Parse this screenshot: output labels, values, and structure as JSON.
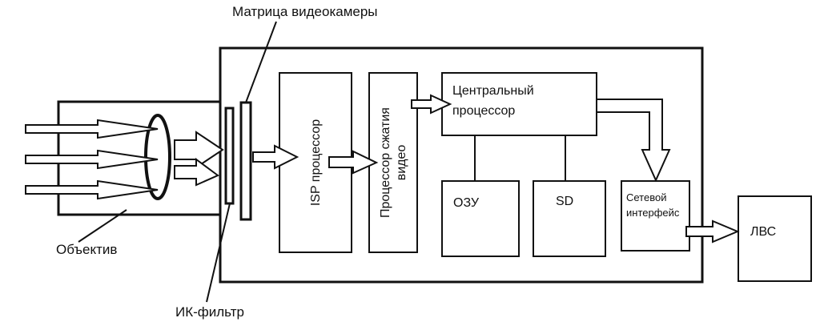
{
  "labels": {
    "matrix": "Матрица видеокамеры",
    "ir_filter": "ИК-фильтр",
    "lens": "Объектив",
    "isp": "ISP процессор",
    "compress_line1": "Процессор сжатия",
    "compress_line2": "видео",
    "cpu_line1": "Центральный",
    "cpu_line2": "процессор",
    "ram": "ОЗУ",
    "sd": "SD",
    "net_line1": "Сетевой",
    "net_line2": "интерфейс",
    "lan": "ЛВС"
  },
  "colors": {
    "stroke": "#111111",
    "background": "#ffffff"
  }
}
